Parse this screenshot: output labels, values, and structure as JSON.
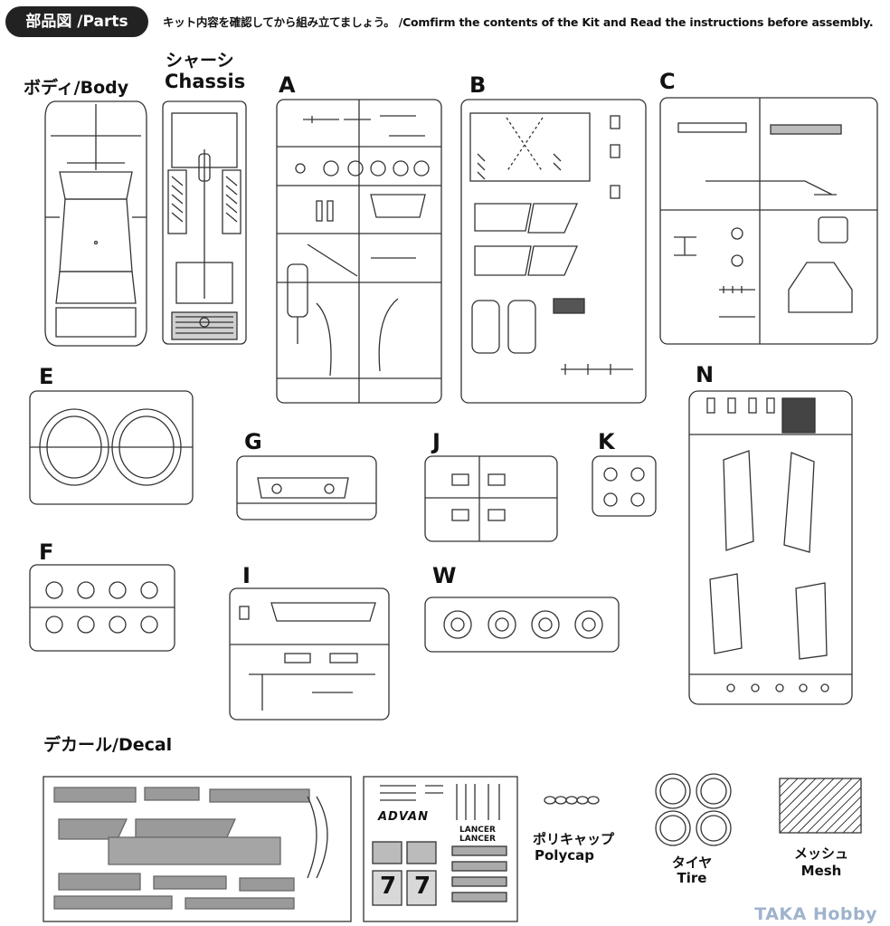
{
  "header": {
    "badge": "部品図 /Parts",
    "note": "キット内容を確認してから組み立てましょう。 /Comfirm the contents of the Kit and Read the instructions before assembly."
  },
  "labels": {
    "body": "ボディ/Body",
    "chassis_jp": "シャーシ",
    "chassis_en": "Chassis",
    "A": "A",
    "B": "B",
    "C": "C",
    "E": "E",
    "F": "F",
    "G": "G",
    "I": "I",
    "J": "J",
    "K": "K",
    "N": "N",
    "W": "W",
    "decal": "デカール/Decal",
    "polycap_jp": "ポリキャップ",
    "polycap_en": "Polycap",
    "tire_jp": "タイヤ",
    "tire_en": "Tire",
    "mesh_jp": "メッシュ",
    "mesh_en": "Mesh"
  },
  "decal_text": {
    "advan": "ADVAN",
    "lancer1": "LANCER",
    "lancer2": "LANCER",
    "num1": "7",
    "num2": "7"
  },
  "watermark": "TAKA Hobby"
}
